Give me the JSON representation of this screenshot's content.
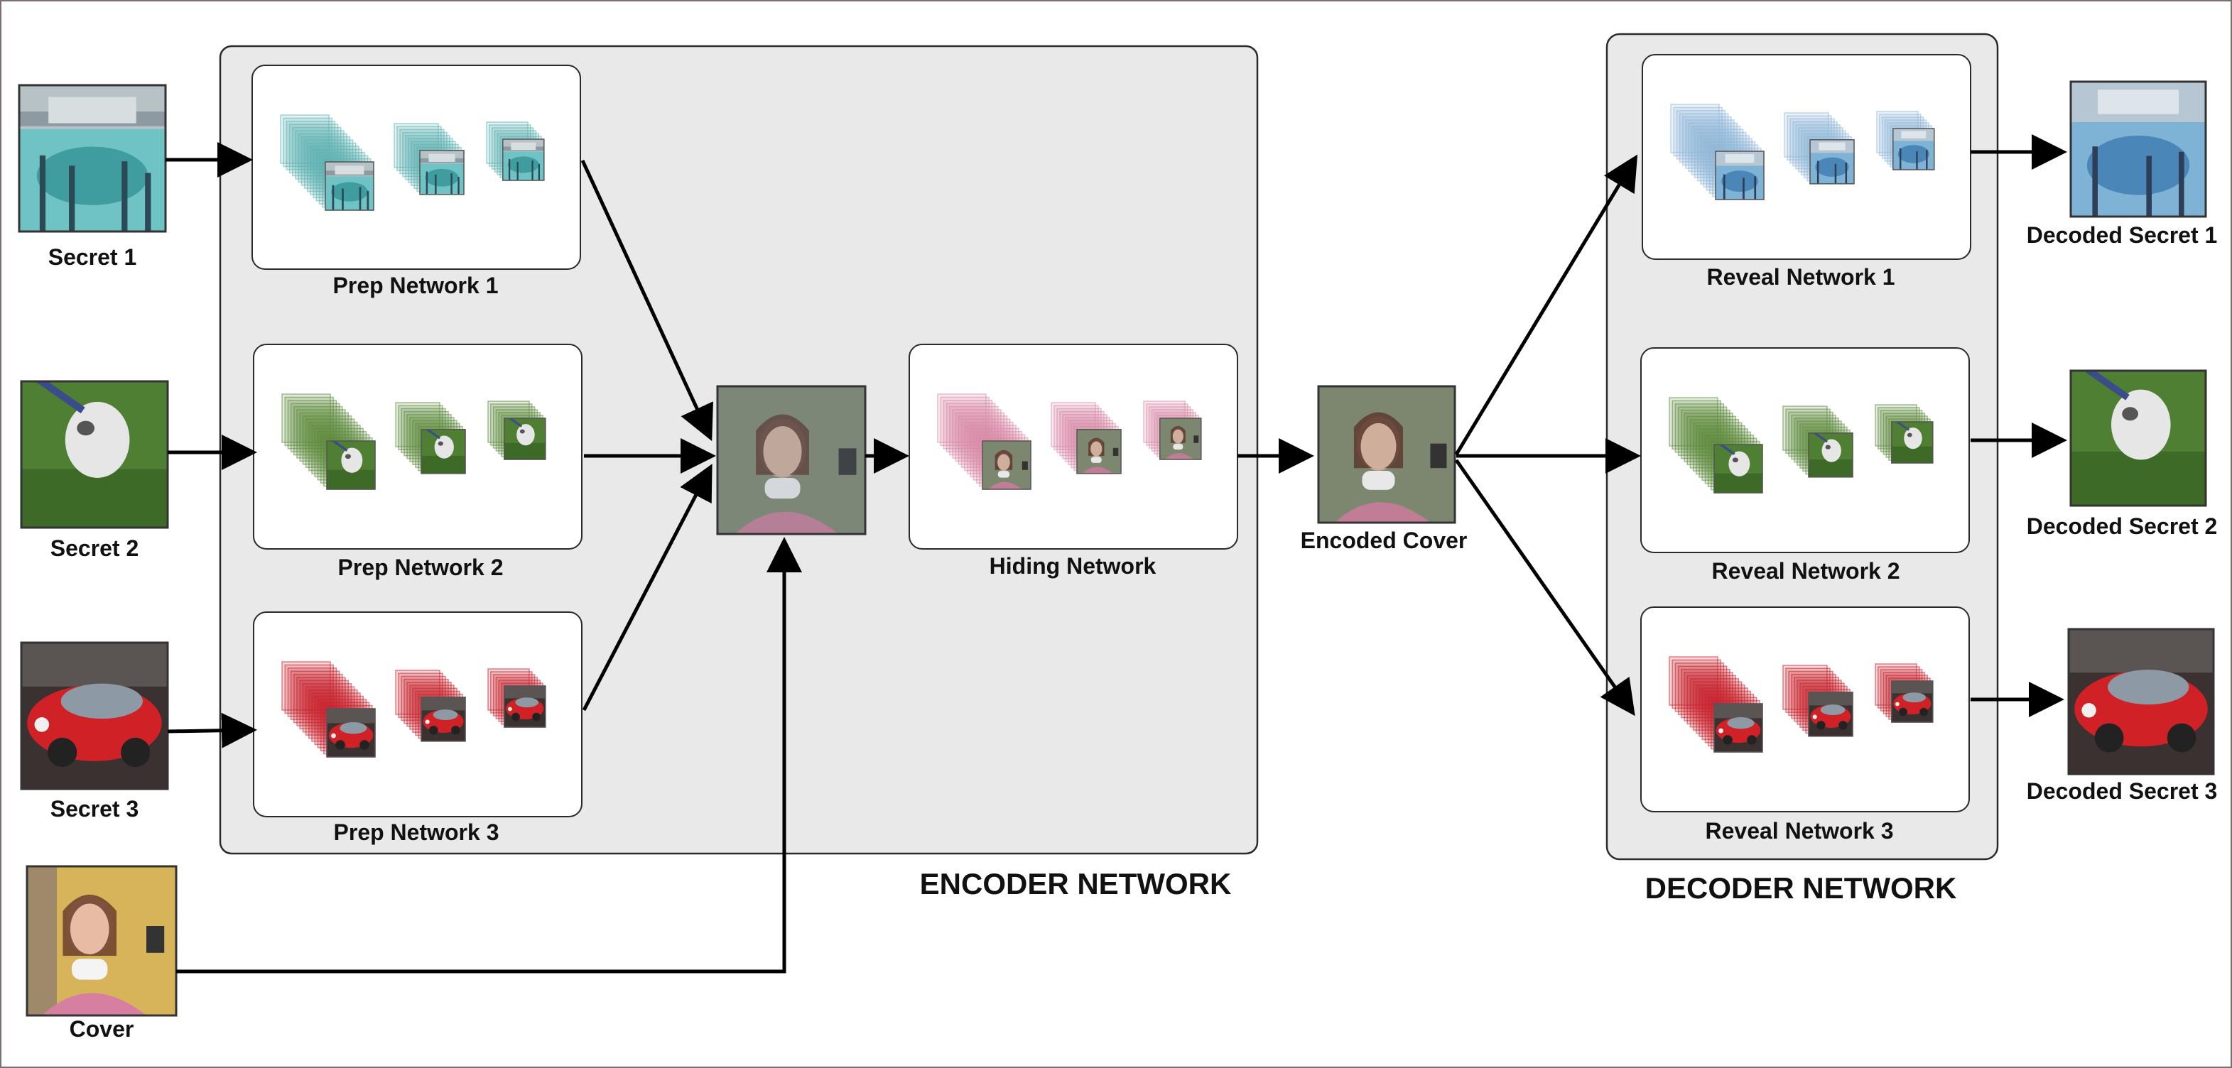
{
  "encoder": {
    "title": "ENCODER NETWORK"
  },
  "decoder": {
    "title": "DECODER NETWORK"
  },
  "inputs": {
    "secret1": "Secret 1",
    "secret2": "Secret 2",
    "secret3": "Secret 3",
    "cover": "Cover"
  },
  "prep": {
    "n1": "Prep Network 1",
    "n2": "Prep Network 2",
    "n3": "Prep Network 3"
  },
  "hiding": {
    "label": "Hiding Network"
  },
  "encoded": {
    "label": "Encoded Cover"
  },
  "reveal": {
    "n1": "Reveal Network 1",
    "n2": "Reveal Network 2",
    "n3": "Reveal Network 3"
  },
  "outputs": {
    "d1": "Decoded Secret 1",
    "d2": "Decoded Secret 2",
    "d3": "Decoded Secret 3"
  },
  "colors": {
    "teal": "#5fb2b4",
    "green": "#5d8a3e",
    "red": "#c8232b",
    "pink": "#d98aa8",
    "skin": "#d9a88f",
    "panel": "#e9e9e9"
  }
}
